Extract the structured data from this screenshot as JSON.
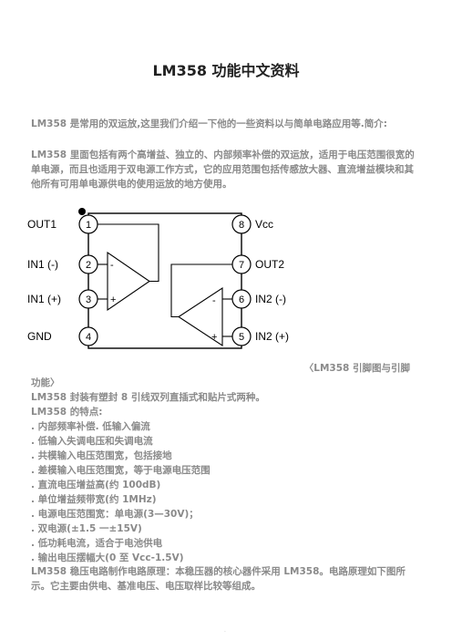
{
  "title": "LM358 功能中文资料",
  "intro": {
    "p1": "LM358 是常用的双运放,这里我们介绍一下他的一些资料以与简单电路应用等.简介:",
    "p2": "LM358 里面包括有两个高增益、独立的、内部频率补偿的双运放，适用于电压范围很宽的单电源，而且也适用于双电源工作方式，它的应用范围包括传感放大器、直流增益模块和其他所有可用单电源供电的使用运放的地方使用。"
  },
  "diagram": {
    "pins": [
      {
        "num": "1",
        "label": "OUT1"
      },
      {
        "num": "2",
        "label": "IN1 (-)"
      },
      {
        "num": "3",
        "label": "IN1 (+)"
      },
      {
        "num": "4",
        "label": "GND"
      },
      {
        "num": "8",
        "label": "Vcc"
      },
      {
        "num": "7",
        "label": "OUT2"
      },
      {
        "num": "6",
        "label": "IN2 (-)"
      },
      {
        "num": "5",
        "label": "IN2 (+)"
      }
    ],
    "minus": "-",
    "plus": "+",
    "caption_part1": "〈LM358 引脚图与引脚",
    "caption_part2": "功能〉"
  },
  "body_lines": [
    "LM358 封装有塑封 8 引线双列直插式和贴片式两种。",
    "LM358 的特点:",
    ". 内部频率补偿. 低输入偏流",
    ". 低输入失调电压和失调电流",
    ". 共模输入电压范围宽，包括接地",
    ". 差模输入电压范围宽，等于电源电压范围",
    ". 直流电压增益高(约 100dB)",
    ". 单位增益频带宽(约 1MHz)",
    ". 电源电压范围宽：单电源(3—30V)；",
    ". 双电源(±1.5 一±15V)",
    ". 低功耗电流，适合于电池供电",
    ". 输出电压摆幅大(0 至 Vcc-1.5V)"
  ],
  "closing": "LM358 稳压电路制作电路原理：本稳压器的核心器件采用 LM358。电路原理如下图所示。它主要由供电、基准电压、电压取样比较等组成。",
  "footer_mark": "·"
}
